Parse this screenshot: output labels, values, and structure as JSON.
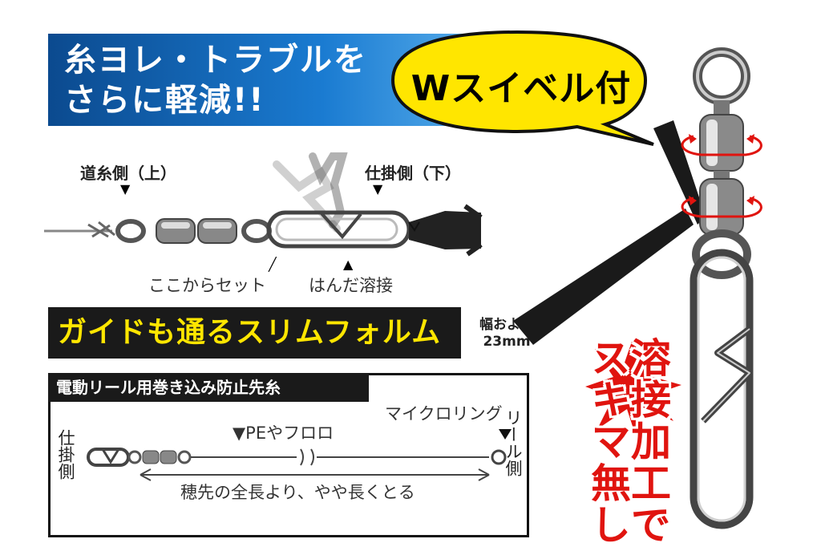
{
  "headline": {
    "line1": "糸ヨレ・トラブルを",
    "line2": "さらに軽減!!"
  },
  "bubble": {
    "text": "Wスイベル付"
  },
  "diagram": {
    "upper_side": "道糸側（上）",
    "lower_side": "仕掛側（下）",
    "set_here": "ここからセット",
    "solder": "はんだ溶接"
  },
  "slim": {
    "text": "ガイドも通るスリムフォルム",
    "width_line1": "幅およそ",
    "width_line2": "23mm"
  },
  "box": {
    "title": "電動リール用巻き込み防止先糸",
    "micro_ring": "マイクロリング",
    "line_type": "▼PEやフロロ",
    "left_side": "仕掛側",
    "right_side": "リール側",
    "length_note": "穂先の全長より、やや長くとる"
  },
  "welding": {
    "col1": "溶接加工で",
    "col2": "スキマ無し"
  },
  "colors": {
    "blue_dark": "#0b4a8f",
    "yellow": "#ffe600",
    "red": "#e0140f",
    "black": "#1a1a1a"
  }
}
